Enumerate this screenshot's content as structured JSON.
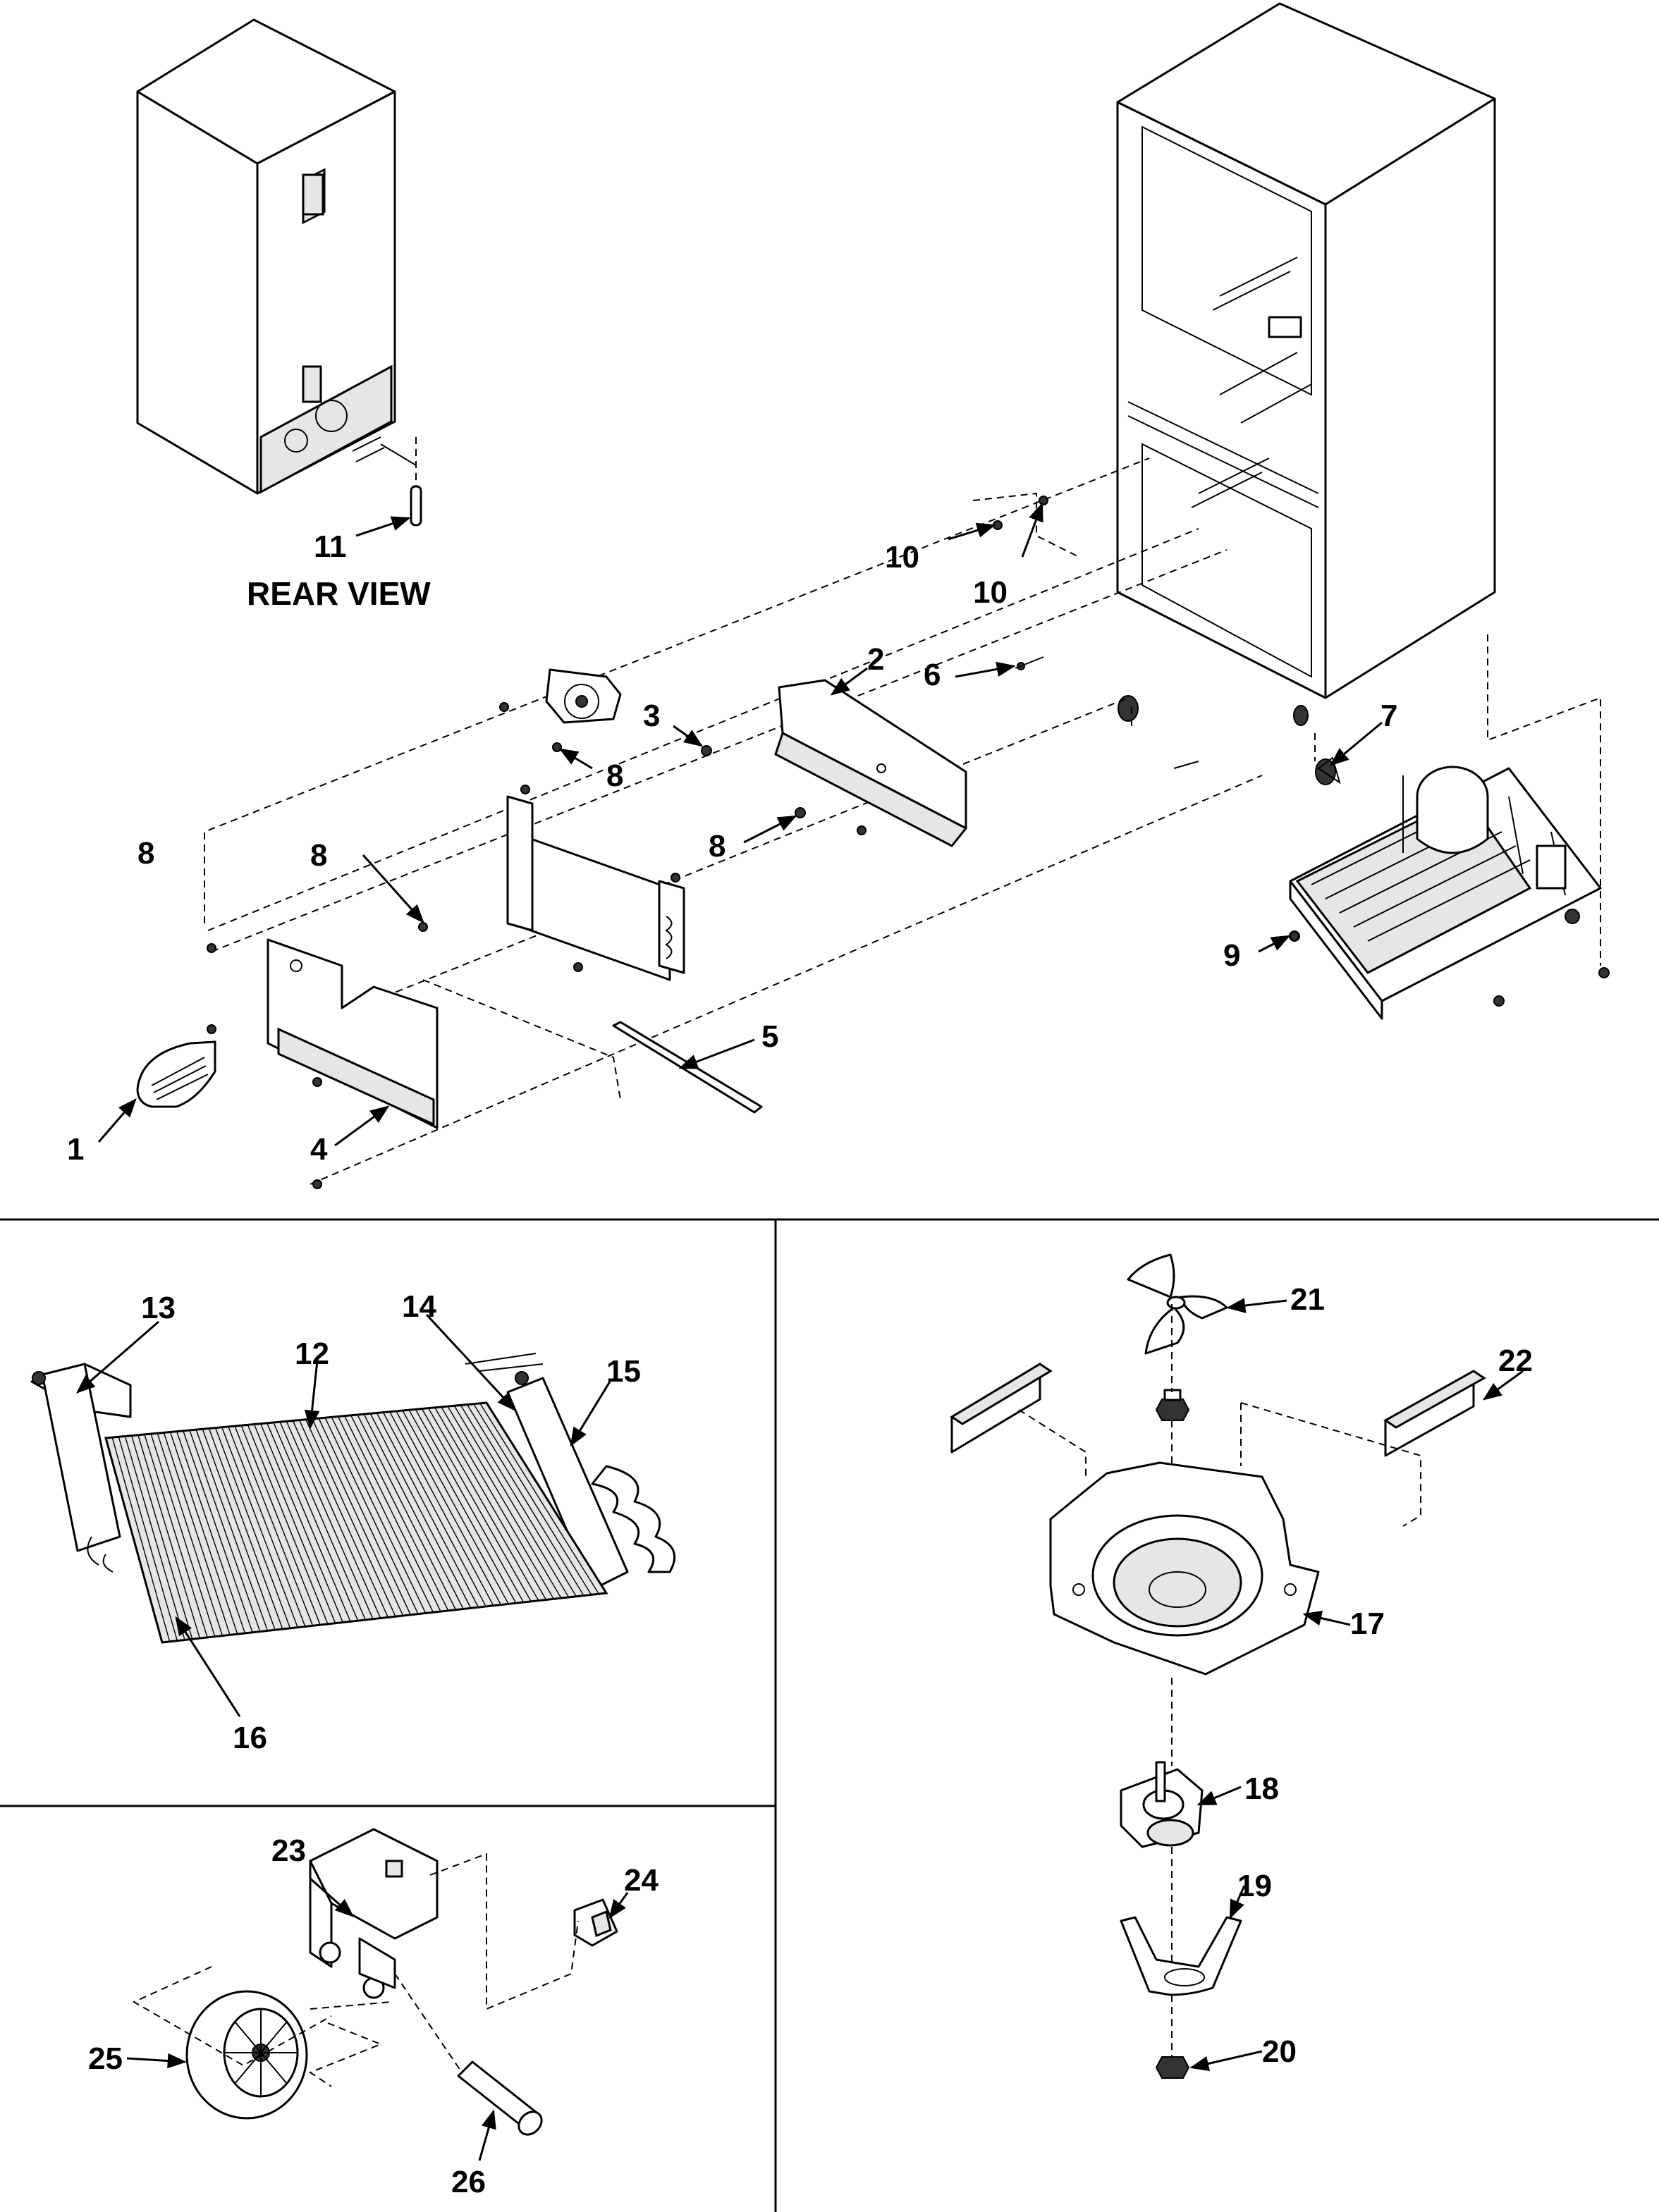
{
  "captions": {
    "rear_view": "REAR VIEW"
  },
  "callouts": {
    "c1": "1",
    "c2": "2",
    "c3": "3",
    "c4": "4",
    "c5": "5",
    "c6": "6",
    "c7": "7",
    "c8a": "8",
    "c8b": "8",
    "c8c": "8",
    "c8d": "8",
    "c9": "9",
    "c10a": "10",
    "c10b": "10",
    "c11": "11",
    "c12": "12",
    "c13": "13",
    "c14": "14",
    "c15": "15",
    "c16": "16",
    "c17": "17",
    "c18": "18",
    "c19": "19",
    "c20": "20",
    "c21": "21",
    "c22": "22",
    "c23": "23",
    "c24": "24",
    "c25": "25",
    "c26": "26"
  }
}
